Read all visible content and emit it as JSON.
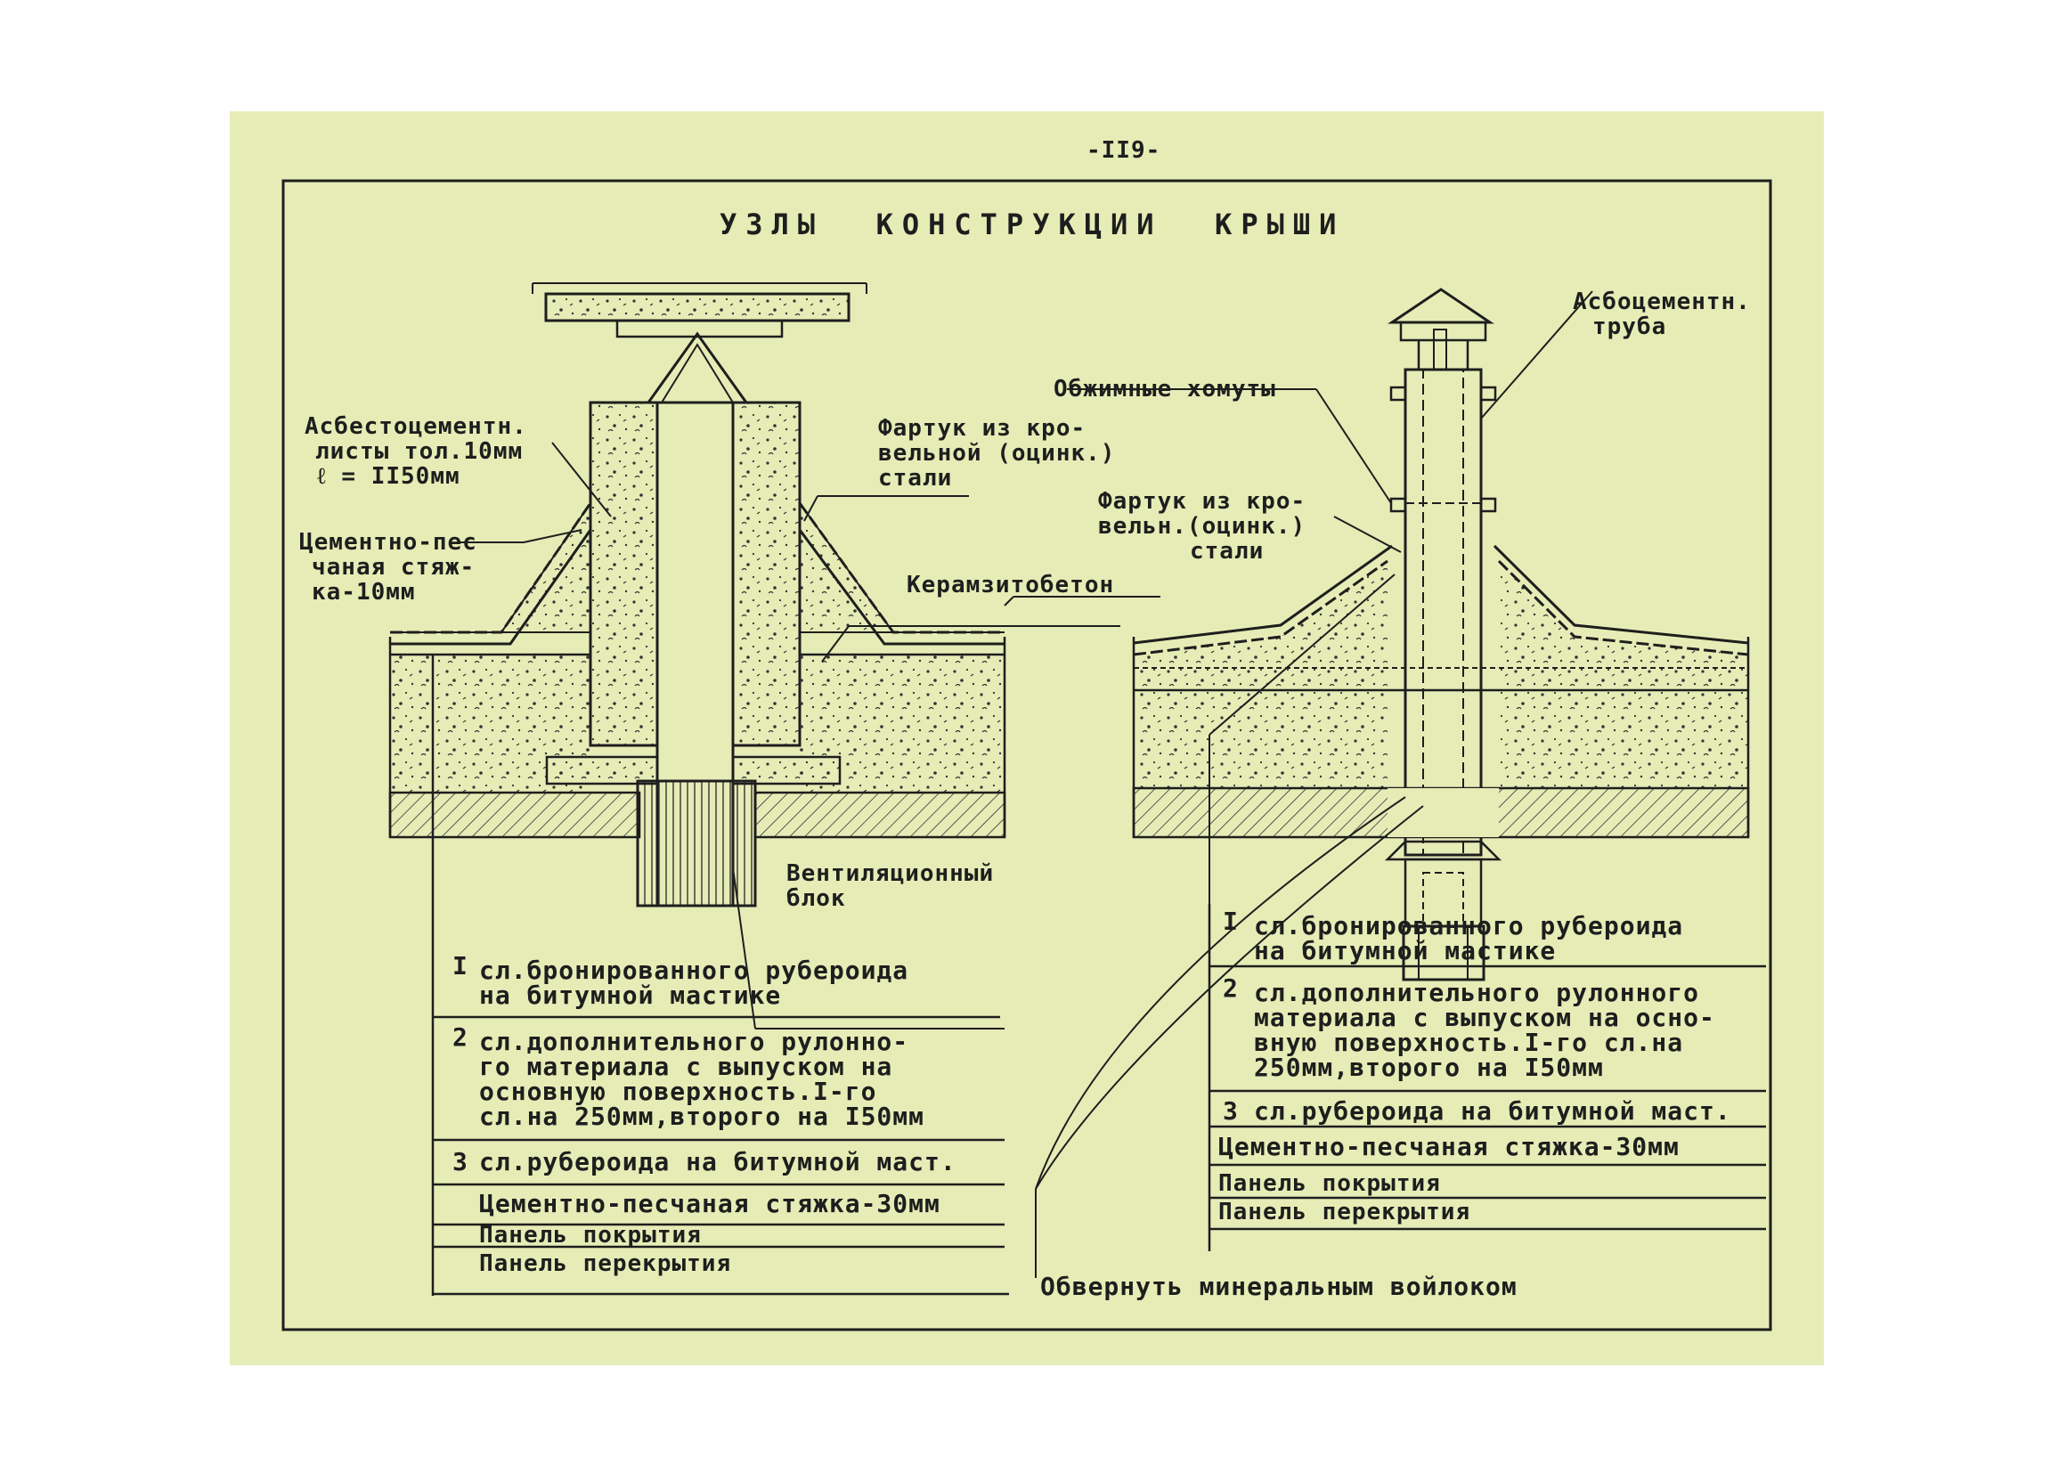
{
  "page_number": "-II9-",
  "title": "УЗЛЫ  КОНСТРУКЦИИ  КРЫШИ",
  "left_node": {
    "asbestos_sheets": [
      "Асбестоцементн.",
      "листы тол.10мм",
      "ℓ = II50мм"
    ],
    "screed_10": [
      "Цементно-пес",
      "чаная стяж-",
      "ка-10мм"
    ],
    "apron": [
      "Фартук из кро-",
      "вельной (оцинк.)",
      "стали"
    ],
    "keramzit": "Керамзитобетон",
    "vent_block": [
      "Вентиляционный",
      "блок"
    ],
    "layers": [
      [
        "I",
        "сл.бронированного рубероида",
        "на битумной мастике"
      ],
      [
        "2",
        "сл.дополнительного рулонно-",
        "го материала с выпуском на",
        "основную поверхность.I-го",
        "сл.на 250мм,второго на I50мм"
      ],
      [
        "3",
        "сл.рубероида на битумной маст."
      ],
      [
        "",
        "Цементно-песчаная стяжка-30мм"
      ],
      [
        "",
        "Панель покрытия"
      ],
      [
        "",
        "Панель перекрытия"
      ]
    ]
  },
  "right_node": {
    "pipe": [
      "Асбоцементн.",
      "труба"
    ],
    "clamps": "Обжимные хомуты",
    "apron": [
      "Фартук из кро-",
      "вельн.(оцинк.)",
      "стали"
    ],
    "layers": [
      [
        "I",
        "сл.бронированного рубероида",
        "на битумной мастике"
      ],
      [
        "2",
        "сл.дополнительного рулонного",
        "материала с выпуском на осно-",
        "вную поверхность.I-го сл.на",
        "250мм,второго на I50мм"
      ],
      [
        "3",
        "сл.рубероида на битумной маст."
      ],
      [
        "",
        "Цементно-песчаная стяжка-30мм"
      ],
      [
        "",
        "Панель покрытия"
      ],
      [
        "",
        "Панель перекрытия"
      ]
    ],
    "wrap_note": "Обвернуть минеральным войлоком"
  }
}
